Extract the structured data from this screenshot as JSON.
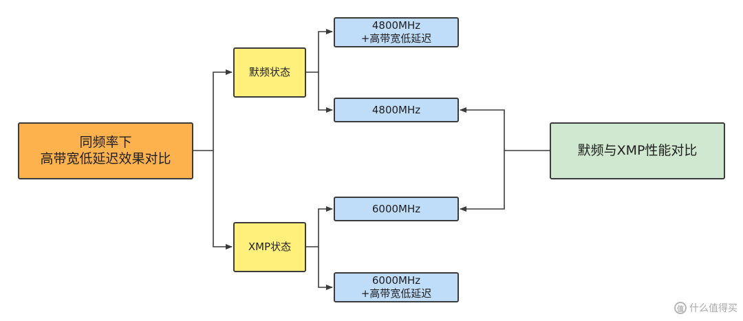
{
  "diagram": {
    "root": {
      "line1": "同频率下",
      "line2": "高带宽低延迟效果对比"
    },
    "branch_default": {
      "label": "默频状态"
    },
    "branch_xmp": {
      "label": "XMP状态"
    },
    "leaf_1": {
      "line1": "4800MHz",
      "line2": "+高带宽低延迟"
    },
    "leaf_2": {
      "label": "4800MHz"
    },
    "leaf_3": {
      "label": "6000MHz"
    },
    "leaf_4": {
      "line1": "6000MHz",
      "line2": "+高带宽低延迟"
    },
    "compare": {
      "label": "默频与XMP性能对比"
    }
  },
  "colors": {
    "root_fill": "#fdb24e",
    "branch_fill": "#fef07a",
    "leaf_fill": "#bfdcf8",
    "compare_fill": "#cfe8cf",
    "stroke": "#3a3a3a"
  },
  "watermark": {
    "text": "什么值得买",
    "icon": "zhi-logo-icon"
  }
}
